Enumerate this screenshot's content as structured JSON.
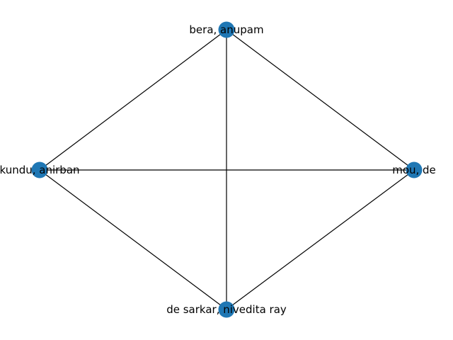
{
  "graph": {
    "node_color": "#1f77b4",
    "edge_color": "#000000",
    "nodes": [
      {
        "id": "bera",
        "label": "bera, anupam"
      },
      {
        "id": "kundu",
        "label": "kundu, anirban"
      },
      {
        "id": "mou",
        "label": "mou, de"
      },
      {
        "id": "desarkar",
        "label": "de sarkar, nivedita ray"
      }
    ],
    "edges": [
      [
        "bera",
        "kundu"
      ],
      [
        "bera",
        "mou"
      ],
      [
        "bera",
        "desarkar"
      ],
      [
        "kundu",
        "mou"
      ],
      [
        "kundu",
        "desarkar"
      ],
      [
        "mou",
        "desarkar"
      ]
    ]
  }
}
